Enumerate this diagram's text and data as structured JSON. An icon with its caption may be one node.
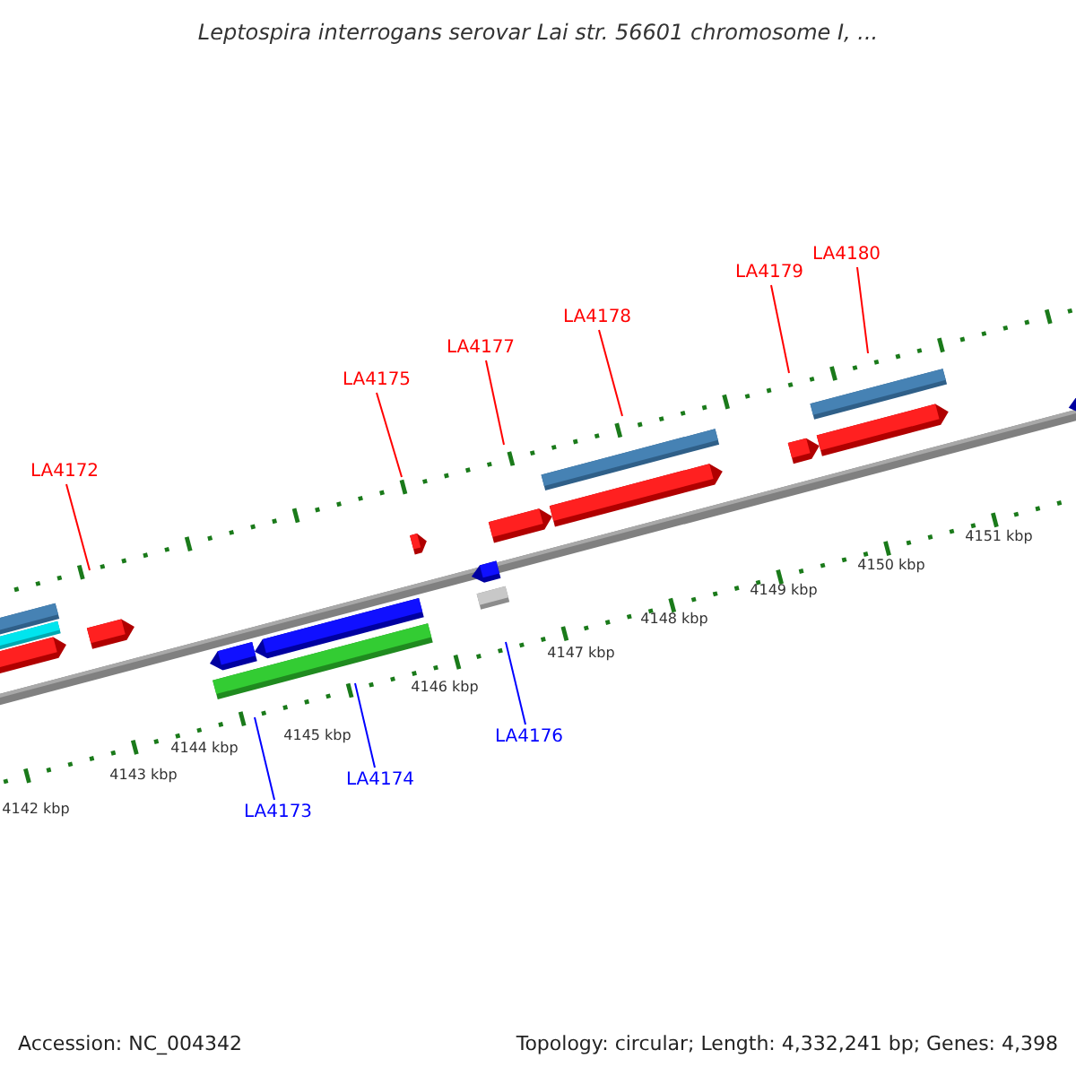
{
  "diagram": {
    "title": "Leptospira interrogans serovar Lai str. 56601 chromosome I, ...",
    "nodes": [
      {
        "text": [
          "LA4172"
        ]
      },
      {
        "text": [
          "LA4173"
        ]
      },
      {
        "text": [
          "LA4174"
        ]
      },
      {
        "text": [
          "LA4175"
        ]
      },
      {
        "text": [
          "LA4176"
        ]
      },
      {
        "text": [
          "LA4177"
        ]
      },
      {
        "text": [
          "LA4178"
        ]
      },
      {
        "text": [
          "LA4179"
        ]
      },
      {
        "text": [
          "LA4180"
        ]
      }
    ],
    "edges": [
      {
        "from": 0,
        "to": null,
        "arrow": "none"
      },
      {
        "from": 1,
        "to": null,
        "arrow": "none",
        "color": "#0000ff"
      },
      {
        "from": 2,
        "to": null,
        "arrow": "none",
        "color": "#0000ff"
      },
      {
        "from": 3,
        "to": null,
        "arrow": "none"
      },
      {
        "from": 4,
        "to": null,
        "arrow": "none",
        "color": "#0000ff"
      },
      {
        "from": 5,
        "to": null,
        "arrow": "none"
      },
      {
        "from": 6,
        "to": null,
        "arrow": "none"
      },
      {
        "from": 7,
        "to": null,
        "arrow": "none"
      },
      {
        "from": 8,
        "to": null,
        "arrow": "none"
      }
    ],
    "labels": [
      "4142 kbp",
      "4143 kbp",
      "4144 kbp",
      "4145 kbp",
      "4146 kbp",
      "4147 kbp",
      "4148 kbp",
      "4149 kbp",
      "4150 kbp",
      "4151 kbp",
      "Accession: NC_004342",
      "Topology: circular; Length: 4,332,241 bp; Genes: 4,398"
    ]
  }
}
